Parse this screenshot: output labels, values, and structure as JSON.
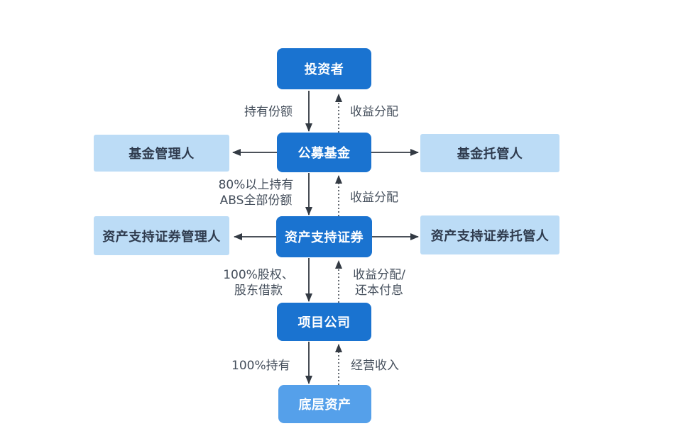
{
  "nodes": {
    "investor": "投资者",
    "public_fund": "公募基金",
    "fund_manager": "基金管理人",
    "fund_custodian": "基金托管人",
    "abs": "资产支持证券",
    "abs_manager": "资产支持证券管理人",
    "abs_custodian": "资产支持证券托管人",
    "project_company": "项目公司",
    "underlying_assets": "底层资产"
  },
  "edge_labels": {
    "hold_shares": "持有份额",
    "income_distribution_1": "收益分配",
    "hold_80_line1": "80%以上持有",
    "hold_80_line2": "ABS全部份额",
    "income_distribution_2": "收益分配",
    "equity_line1": "100%股权、",
    "equity_line2": "股东借款",
    "income_distribution_3_line1": "收益分配/",
    "income_distribution_3_line2": "还本付息",
    "hold_100": "100%持有",
    "operating_income": "经营收入"
  },
  "colors": {
    "dark_box": "#1a73d0",
    "light_box": "#bcdcf6",
    "mid_box": "#55a0ea",
    "dark_box_text": "#ffffff",
    "light_box_text": "#2f3b4e",
    "label_text": "#454f5c",
    "arrow_color": "#333a43",
    "canvas_bg": "#ffffff"
  }
}
